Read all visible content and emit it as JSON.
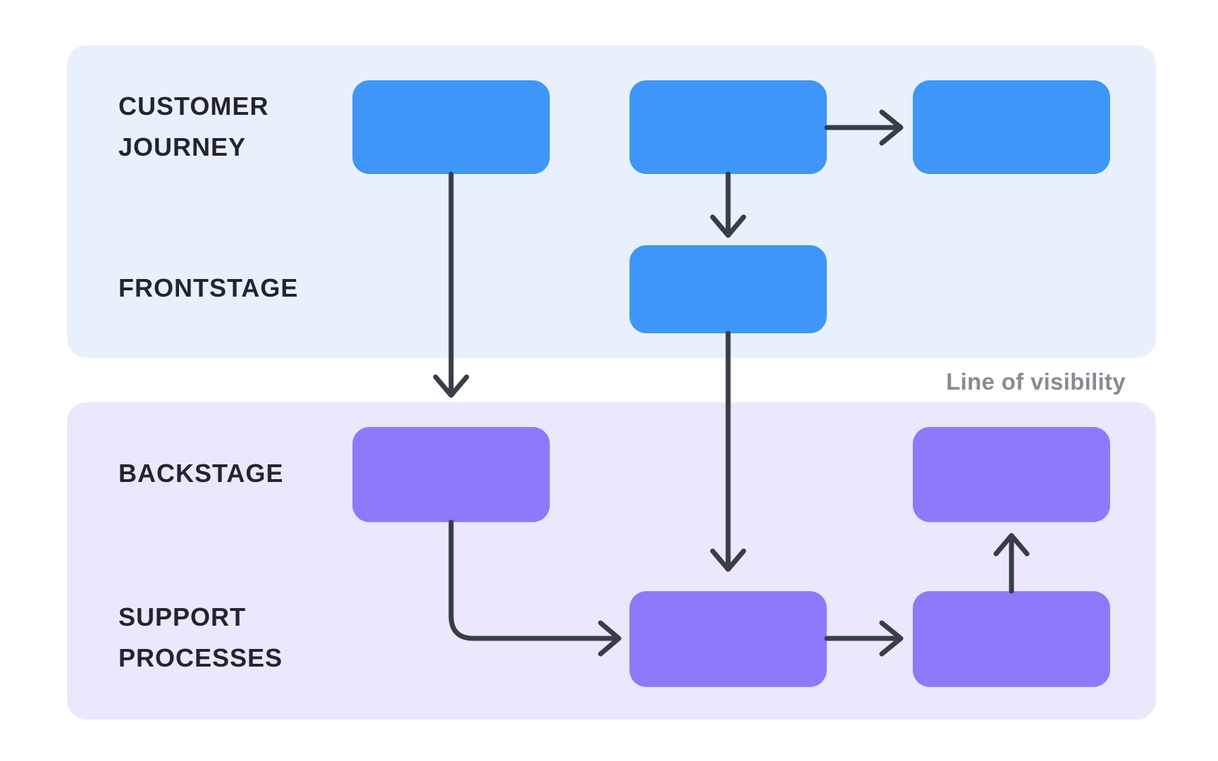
{
  "labels": {
    "customer_journey": "CUSTOMER JOURNEY",
    "frontstage": "FRONTSTAGE",
    "backstage": "BACKSTAGE",
    "support_processes": "SUPPORT PROCESSES",
    "line_of_visibility": "Line of visibility"
  },
  "colors": {
    "page_background": "#FFFFFF",
    "frontstage_panel": "#E9F0FD",
    "backstage_panel": "#ECE7FC",
    "journey_node": "#3E96F8",
    "support_node": "#8F79FB",
    "arrow": "#383D48",
    "lane_label_text": "#22252E",
    "divider_text": "#8A8A93"
  },
  "diagram": {
    "type": "service-blueprint-flow",
    "panels": [
      {
        "id": "above-line-of-visibility",
        "lanes": [
          "CUSTOMER JOURNEY",
          "FRONTSTAGE"
        ],
        "color": "#E9F0FD"
      },
      {
        "id": "below-line-of-visibility",
        "lanes": [
          "BACKSTAGE",
          "SUPPORT PROCESSES"
        ],
        "color": "#ECE7FC"
      }
    ],
    "divider_label": "Line of visibility",
    "nodes": [
      {
        "id": "journey-step-1",
        "lane": "CUSTOMER JOURNEY",
        "column": 1,
        "fill": "#3E96F8",
        "text": ""
      },
      {
        "id": "journey-step-2",
        "lane": "CUSTOMER JOURNEY",
        "column": 2,
        "fill": "#3E96F8",
        "text": ""
      },
      {
        "id": "journey-step-3",
        "lane": "CUSTOMER JOURNEY",
        "column": 3,
        "fill": "#3E96F8",
        "text": ""
      },
      {
        "id": "frontstage-step",
        "lane": "FRONTSTAGE",
        "column": 2,
        "fill": "#3E96F8",
        "text": ""
      },
      {
        "id": "backstage-step-left",
        "lane": "BACKSTAGE",
        "column": 1,
        "fill": "#8F79FB",
        "text": ""
      },
      {
        "id": "backstage-step-right",
        "lane": "BACKSTAGE",
        "column": 3,
        "fill": "#8F79FB",
        "text": ""
      },
      {
        "id": "support-step-1",
        "lane": "SUPPORT PROCESSES",
        "column": 2,
        "fill": "#8F79FB",
        "text": ""
      },
      {
        "id": "support-step-2",
        "lane": "SUPPORT PROCESSES",
        "column": 3,
        "fill": "#8F79FB",
        "text": ""
      }
    ],
    "edges": [
      {
        "from": "journey-step-1",
        "to": "backstage-step-left",
        "shape": "straight-down",
        "crosses_line_of_visibility": true
      },
      {
        "from": "journey-step-2",
        "to": "journey-step-3",
        "shape": "straight-right",
        "crosses_line_of_visibility": false
      },
      {
        "from": "journey-step-2",
        "to": "frontstage-step",
        "shape": "straight-down",
        "crosses_line_of_visibility": false
      },
      {
        "from": "frontstage-step",
        "to": "support-step-1",
        "shape": "straight-down",
        "crosses_line_of_visibility": true
      },
      {
        "from": "backstage-step-left",
        "to": "support-step-1",
        "shape": "elbow-down-then-right",
        "crosses_line_of_visibility": false
      },
      {
        "from": "support-step-1",
        "to": "support-step-2",
        "shape": "straight-right",
        "crosses_line_of_visibility": false
      },
      {
        "from": "support-step-2",
        "to": "backstage-step-right",
        "shape": "straight-up",
        "crosses_line_of_visibility": false
      }
    ]
  }
}
